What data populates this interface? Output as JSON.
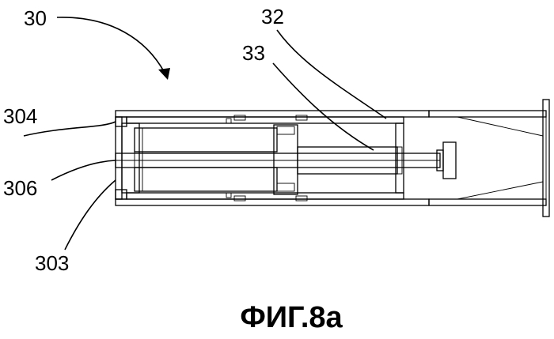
{
  "figure": {
    "caption": "ФИГ.8а",
    "labels": {
      "assembly": "30",
      "outer_sleeve": "32",
      "rod": "33",
      "cap_end": "304",
      "opening": "306",
      "end_wall": "303"
    }
  }
}
